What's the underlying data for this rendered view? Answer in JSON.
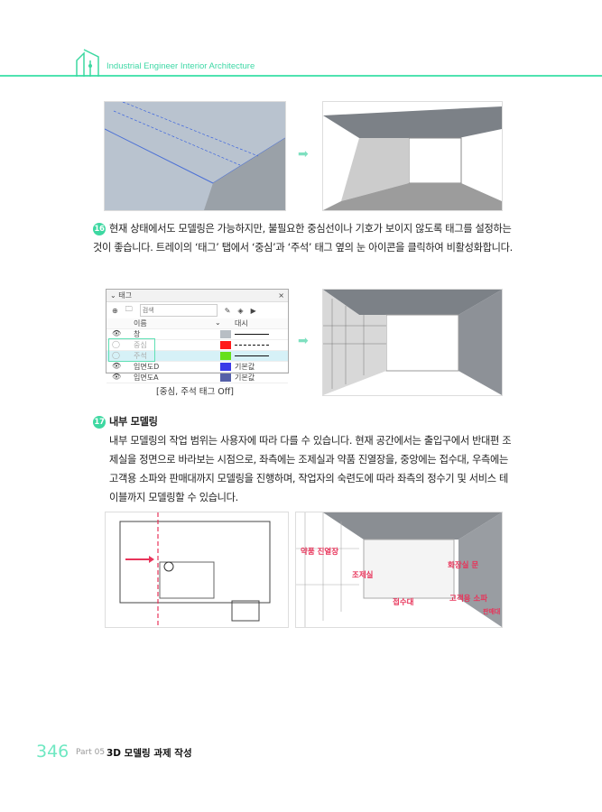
{
  "header": {
    "title": "Industrial Engineer Interior Architecture",
    "accent": "#3dd8a1"
  },
  "step16": {
    "number": "16",
    "text": "현재 상태에서도 모델링은 가능하지만, 불필요한 중심선이나 기호가 보이지 않도록 태그를 설정하는 것이 좋습니다. 트레이의 ‘태그’ 탭에서 ‘중심’과 ‘주석’ 태그 옆의 눈 아이콘을 클릭하여 비활성화합니다."
  },
  "tag_panel": {
    "title": "태그",
    "search_placeholder": "검색",
    "col_name": "이름",
    "col_dash": "대시",
    "rows": [
      {
        "name": "창",
        "color": "#b8bec4",
        "dash": "solid",
        "visible": true
      },
      {
        "name": "중심",
        "color": "#ff1a1a",
        "dash": "dashed",
        "visible": false
      },
      {
        "name": "주석",
        "color": "#66e01a",
        "dash": "solid",
        "visible": false
      },
      {
        "name": "입면도D",
        "color": "#3a3ae8",
        "dash": "기본값",
        "visible": true
      },
      {
        "name": "입면도A",
        "color": "#5560a8",
        "dash": "기본값",
        "visible": true
      }
    ]
  },
  "caption": "[중심, 주석 태그 Off]",
  "step17": {
    "number": "17",
    "title": "내부 모델링",
    "text": "내부 모델링의 작업 범위는 사용자에 따라 다를 수 있습니다. 현재 공간에서는 출입구에서 반대편 조제실을 정면으로 바라보는 시점으로, 좌측에는 조제실과 약품 진열장을, 중앙에는 접수대, 우측에는 고객용 소파와 판매대까지 모델링을 진행하며, 작업자의 숙련도에 따라 좌측의 정수기 및 서비스 테이블까지 모델링할 수 있습니다."
  },
  "render_labels": [
    "약품 진열장",
    "조제실",
    "화장실 문",
    "접수대",
    "고객용 소파",
    "판매대"
  ],
  "footer": {
    "page": "346",
    "part": "Part 05",
    "title": "3D 모델링 과제 작성"
  }
}
